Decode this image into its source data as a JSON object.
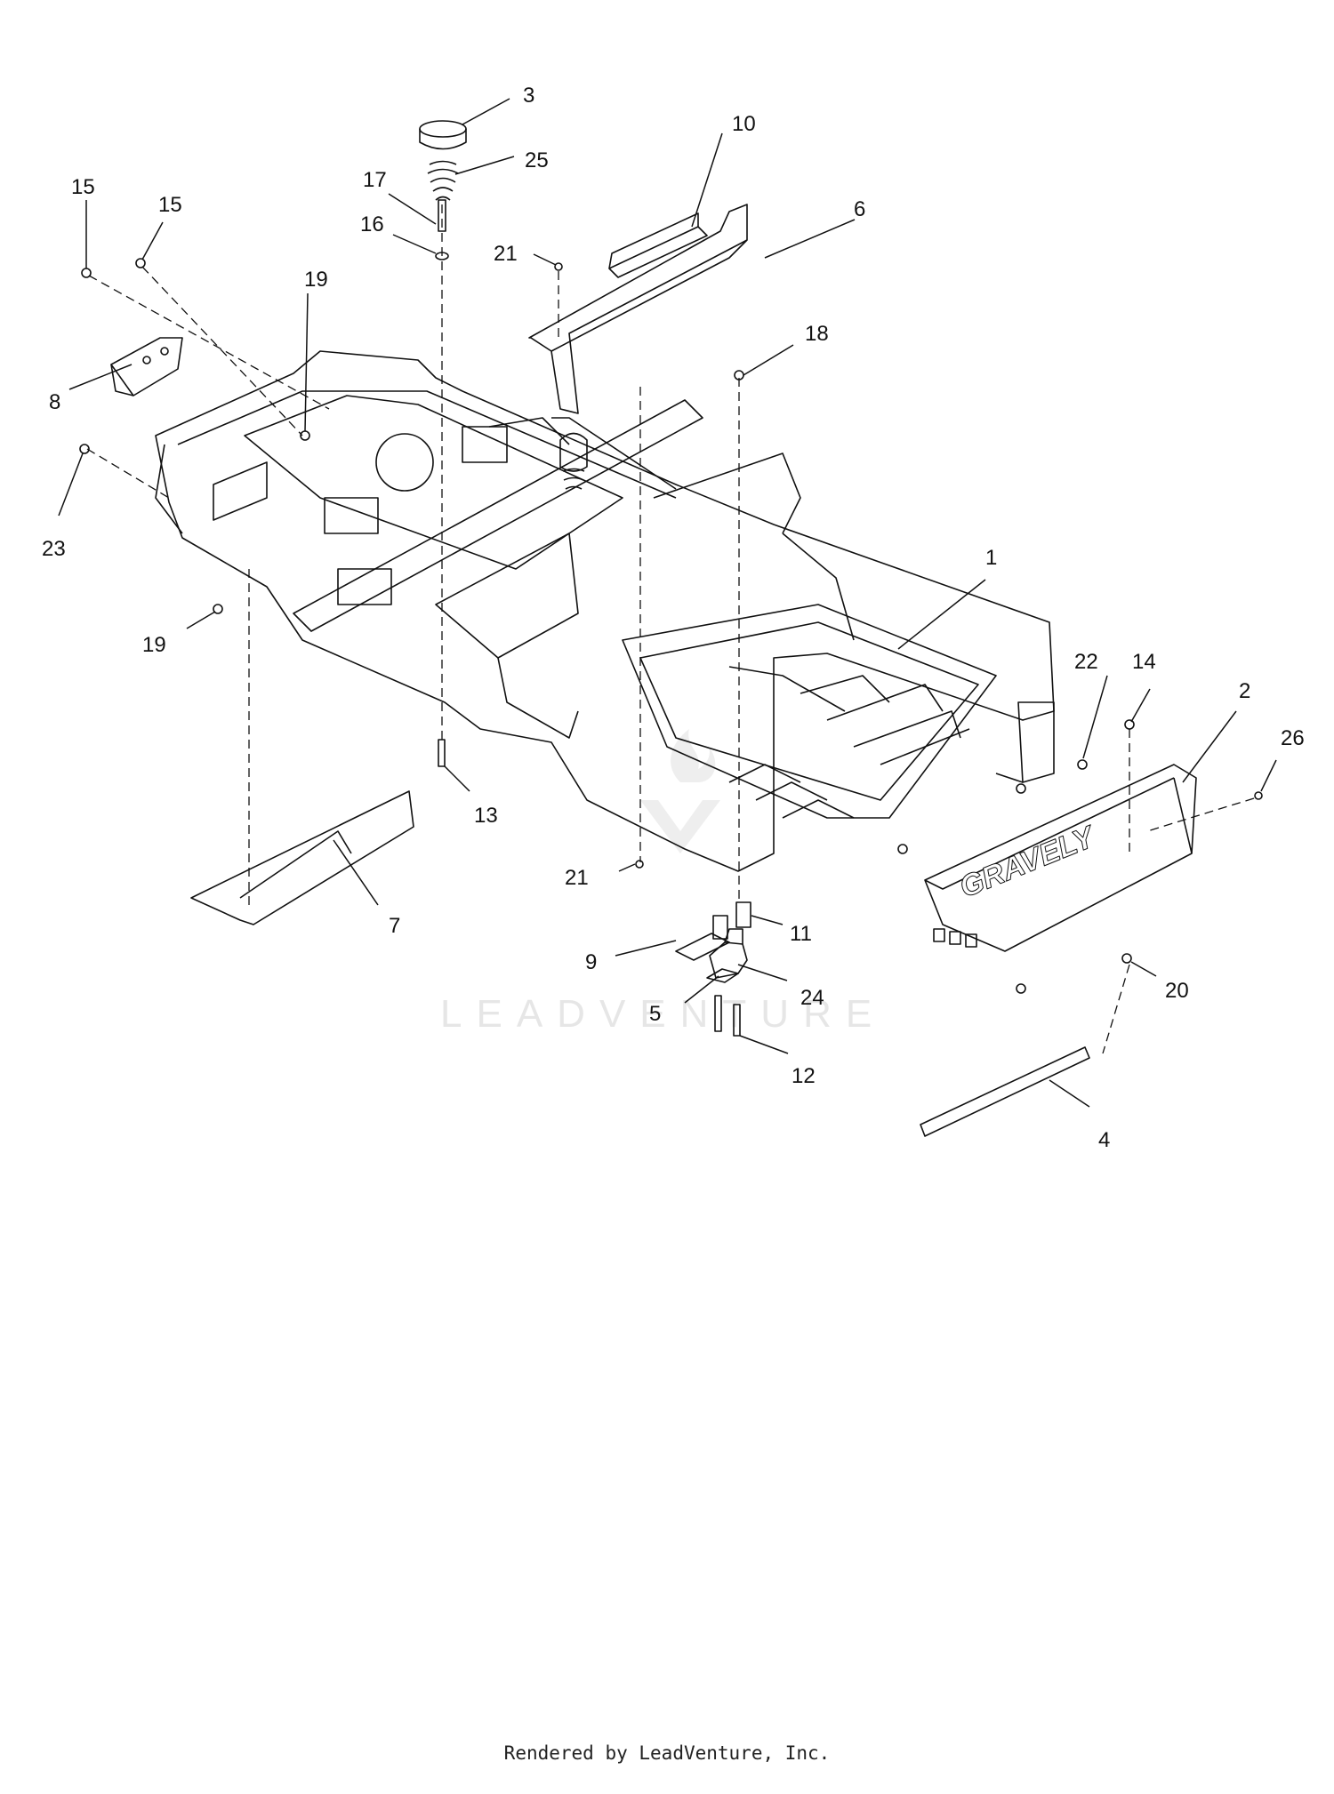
{
  "diagram": {
    "brand_decal": "GRAVELY",
    "watermark": "LEADVENTURE",
    "callouts": [
      "1",
      "2",
      "3",
      "4",
      "5",
      "6",
      "7",
      "8",
      "9",
      "10",
      "11",
      "12",
      "13",
      "14",
      "15",
      "15",
      "16",
      "17",
      "18",
      "19",
      "19",
      "20",
      "21",
      "21",
      "22",
      "23",
      "24",
      "25",
      "26"
    ]
  },
  "footer": {
    "text": "Rendered by LeadVenture, Inc."
  },
  "colors": {
    "line": "#111111",
    "watermark": "#e6e6e6",
    "background": "#ffffff"
  }
}
